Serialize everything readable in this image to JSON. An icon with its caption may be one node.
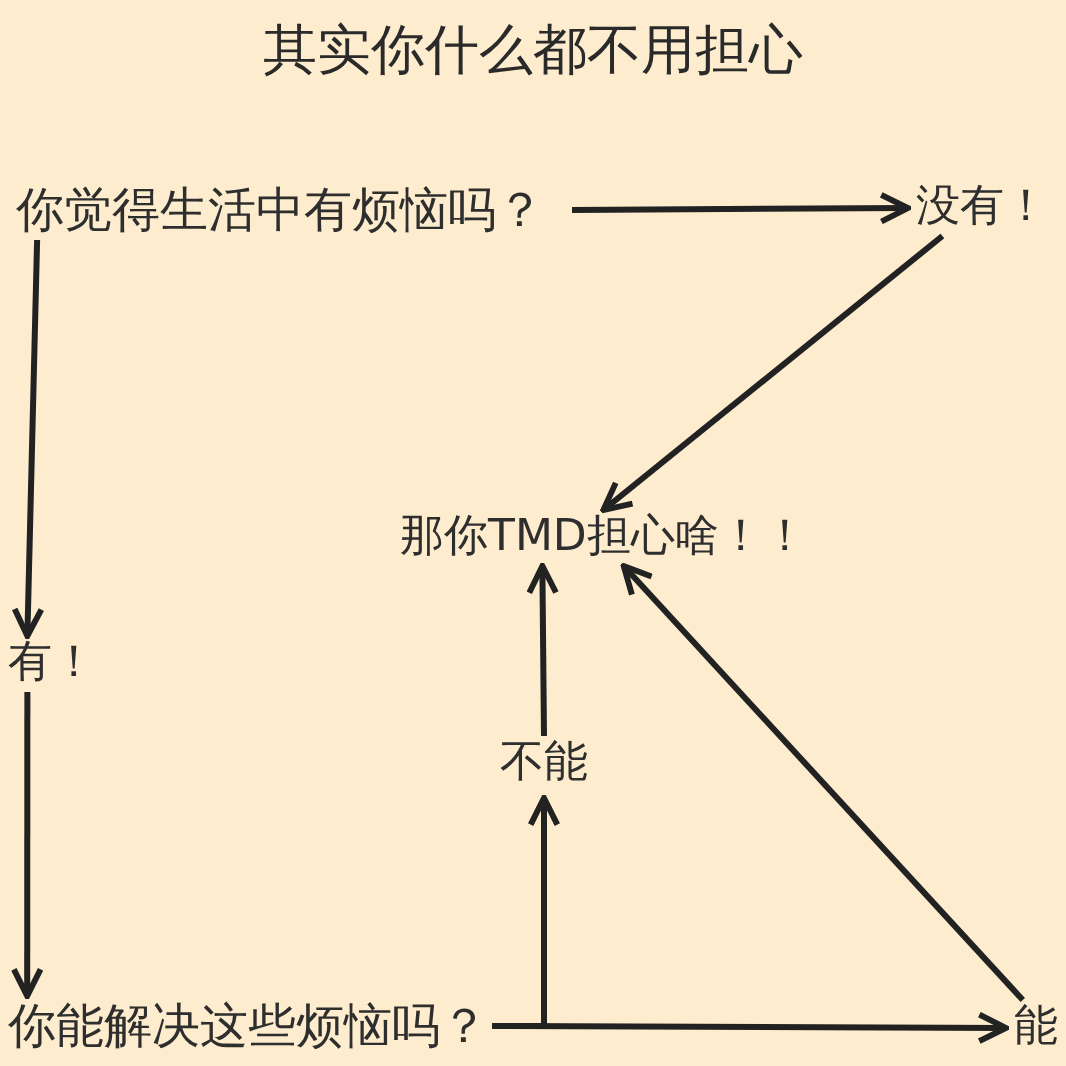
{
  "diagram": {
    "title": "其实你什么都不用担心",
    "nodes": [
      {
        "text": [
          "你觉得生活中有烦恼吗？"
        ]
      },
      {
        "text": [
          "没有！"
        ]
      },
      {
        "text": [
          "那你TMD担心啥！！"
        ]
      },
      {
        "text": [
          "有！"
        ]
      },
      {
        "text": [
          "你能解决这些烦恼吗？"
        ]
      },
      {
        "text": [
          "不能"
        ]
      },
      {
        "text": [
          "能"
        ]
      }
    ],
    "edges": [
      {
        "from": 0,
        "to": 1,
        "arrow": "to"
      },
      {
        "from": 1,
        "to": 2,
        "arrow": "to"
      },
      {
        "from": 0,
        "to": 3,
        "arrow": "to"
      },
      {
        "from": 3,
        "to": 4,
        "arrow": "to"
      },
      {
        "from": 4,
        "to": 5,
        "arrow": "to"
      },
      {
        "from": 5,
        "to": 2,
        "arrow": "to"
      },
      {
        "from": 4,
        "to": 6,
        "arrow": "to"
      },
      {
        "from": 6,
        "to": 2,
        "arrow": "to"
      }
    ]
  }
}
